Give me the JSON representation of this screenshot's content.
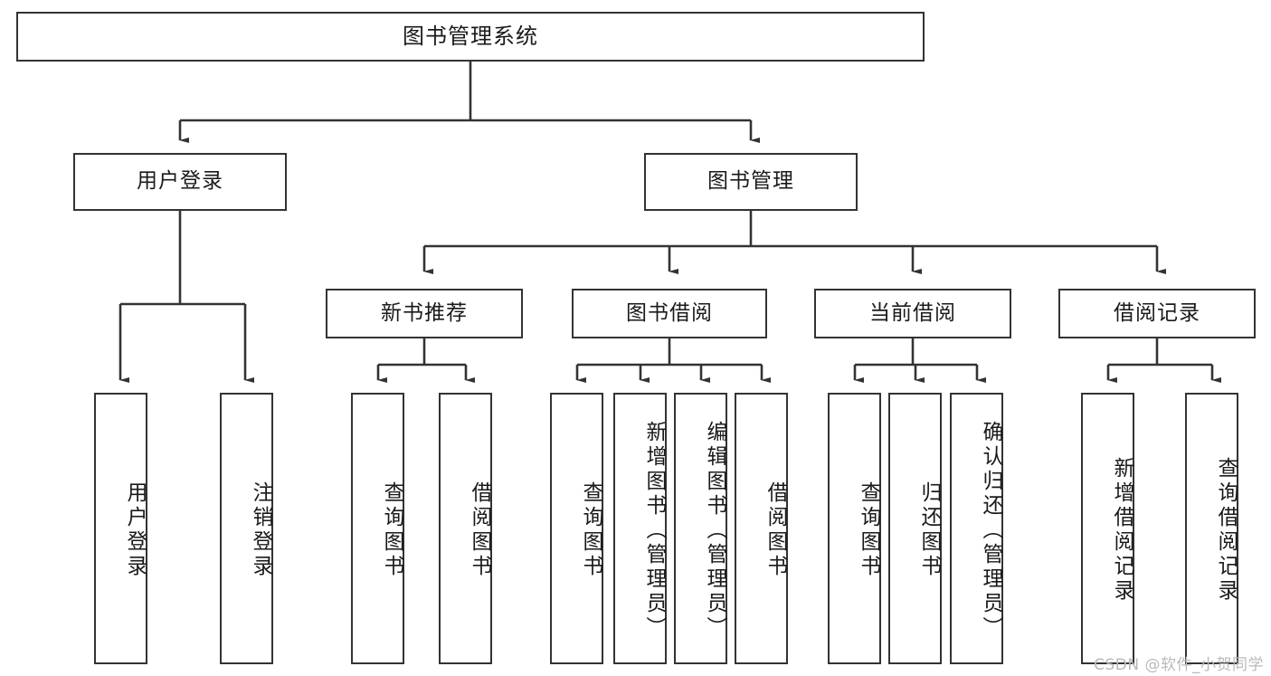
{
  "diagram": {
    "title": "图书管理系统",
    "type": "tree-hierarchy",
    "watermark": "CSDN @软件_小贺同学",
    "colors": {
      "box_border": "#333333",
      "box_fill": "#ffffff",
      "connector": "#333333",
      "text": "#1a1a1a",
      "watermark": "#b9b9b9"
    },
    "root": {
      "id": "root",
      "label": "图书管理系统"
    },
    "level2": [
      {
        "id": "user-login",
        "label": "用户登录"
      },
      {
        "id": "book-manage",
        "label": "图书管理"
      }
    ],
    "level3": [
      {
        "id": "new-book-rec",
        "label": "新书推荐",
        "parent": "book-manage"
      },
      {
        "id": "book-borrow",
        "label": "图书借阅",
        "parent": "book-manage"
      },
      {
        "id": "current-borrow",
        "label": "当前借阅",
        "parent": "book-manage"
      },
      {
        "id": "borrow-record",
        "label": "借阅记录",
        "parent": "book-manage"
      }
    ],
    "leaves": [
      {
        "id": "leaf-user-login",
        "label": "用户登录",
        "parent": "user-login"
      },
      {
        "id": "leaf-logout",
        "label": "注销登录",
        "parent": "user-login"
      },
      {
        "id": "leaf-query-book-1",
        "label": "查询图书",
        "parent": "new-book-rec"
      },
      {
        "id": "leaf-borrow-book-1",
        "label": "借阅图书",
        "parent": "new-book-rec"
      },
      {
        "id": "leaf-query-book-2",
        "label": "查询图书",
        "parent": "book-borrow"
      },
      {
        "id": "leaf-add-book",
        "label": "新增图书（管理员）",
        "parent": "book-borrow"
      },
      {
        "id": "leaf-edit-book",
        "label": "编辑图书（管理员）",
        "parent": "book-borrow"
      },
      {
        "id": "leaf-borrow-book-2",
        "label": "借阅图书",
        "parent": "book-borrow"
      },
      {
        "id": "leaf-query-book-3",
        "label": "查询图书",
        "parent": "current-borrow"
      },
      {
        "id": "leaf-return-book",
        "label": "归还图书",
        "parent": "current-borrow"
      },
      {
        "id": "leaf-confirm-return",
        "label": "确认归还（管理员）",
        "parent": "current-borrow"
      },
      {
        "id": "leaf-add-record",
        "label": "新增借阅记录",
        "parent": "borrow-record"
      },
      {
        "id": "leaf-query-record",
        "label": "查询借阅记录",
        "parent": "borrow-record"
      }
    ]
  }
}
